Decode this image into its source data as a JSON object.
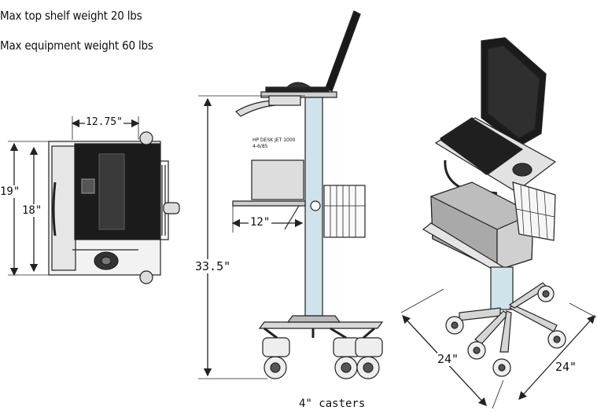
{
  "specs": {
    "top_shelf": "Max top shelf weight 20 lbs",
    "equipment": "Max equipment weight 60 lbs"
  },
  "dimensions": {
    "top_width": "12.75\"",
    "top_depth_outer": "19\"",
    "top_depth_inner": "18\"",
    "shelf_depth": "12\"",
    "height": "33.5\"",
    "base_left": "24\"",
    "base_right": "24\""
  },
  "printer_label": [
    "HP DESK JET 1000",
    "4-6/85"
  ],
  "casters_note": "4\" casters",
  "colors": {
    "line": "#222222",
    "pole": "#cfe3ea",
    "metal": "#d9d9d9",
    "dark": "#1c1c1c"
  }
}
